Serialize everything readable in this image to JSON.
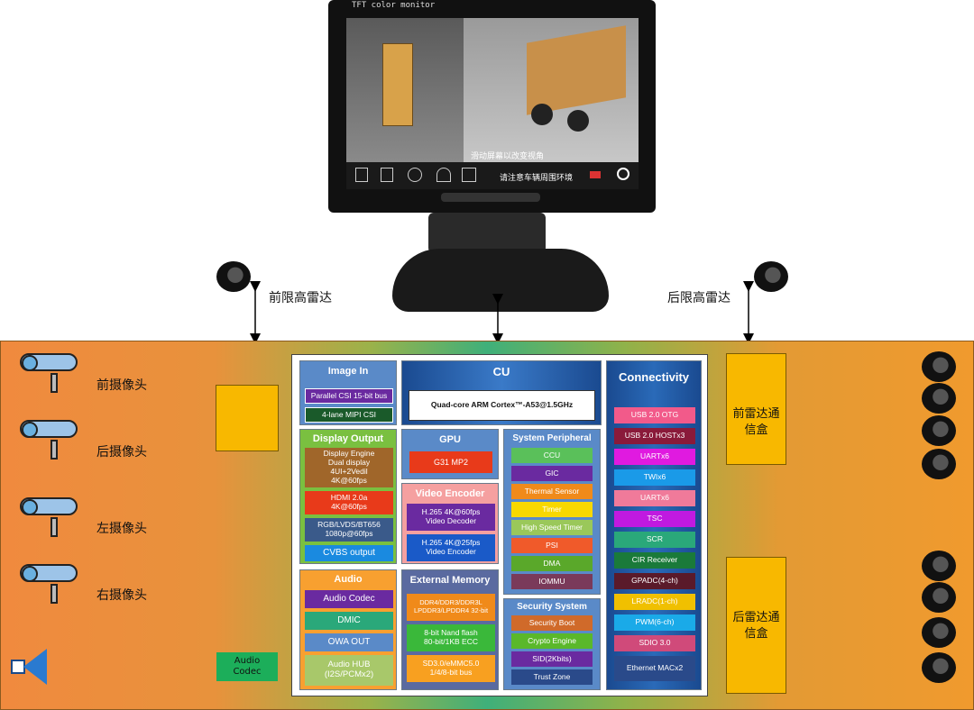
{
  "monitor": {
    "title": "TFT color monitor",
    "overlay_text": "滑动屏幕以改变视角",
    "bar_text": "请注意车辆周围环境"
  },
  "front_radar_label": "前限高雷达",
  "rear_radar_label": "后限高雷达",
  "cameras": [
    "前摄像头",
    "后摄像头",
    "左摄像头",
    "右摄像头"
  ],
  "audio_codec": "Audio\nCodec",
  "front_radar_box": "前雷达通\n信盒",
  "rear_radar_box": "后雷达通\n信盒",
  "soc": {
    "image_in": {
      "title": "Image In",
      "items": [
        "Parallel CSI 15-bit bus",
        "4-lane MIPI CSI"
      ]
    },
    "cu": {
      "title": "CU",
      "core": "Quad-core ARM Cortex™-A53@1.5GHz"
    },
    "display": {
      "title": "Display Output",
      "items": [
        "Display Engine\nDual display\n4UI+2Vedil\n4K@60fps",
        "HDMI 2.0a\n4K@60fps",
        "RGB/LVDS/BT656\n1080p@60fps",
        "CVBS output"
      ]
    },
    "gpu": {
      "title": "GPU",
      "items": [
        "G31 MP2"
      ]
    },
    "video": {
      "title": "Video Encoder",
      "items": [
        "H.265 4K@60fps\nVideo Decoder",
        "H.265 4K@25fps\nVideo Encoder"
      ]
    },
    "peripheral": {
      "title": "System Peripheral",
      "items": [
        "CCU",
        "GIC",
        "Thermal Sensor",
        "Timer",
        "High Speed Timer",
        "PSI",
        "DMA",
        "IOMMU"
      ]
    },
    "audio": {
      "title": "Audio",
      "items": [
        "Audio Codec",
        "DMIC",
        "OWA OUT",
        "Audio HUB\n(I2S/PCMx2)"
      ]
    },
    "memory": {
      "title": "External Memory",
      "items": [
        "DDR4/DDR3/DDR3L\nLPDDR3/LPDDR4  32-bit",
        "8-bit Nand flash\n80-bit/1KB ECC",
        "SD3.0/eMMC5.0\n1/4/8-bit bus"
      ]
    },
    "security": {
      "title": "Security System",
      "items": [
        "Security Boot",
        "Crypto Engine",
        "SID(2Kbits)",
        "Trust Zone"
      ]
    },
    "connectivity": {
      "title": "Connectivity",
      "items": [
        "USB 2.0 OTG",
        "USB 2.0 HOSTx3",
        "UARTx6",
        "TWIx6",
        "UARTx6",
        "TSC",
        "SCR",
        "CIR Receiver",
        "GPADC(4-ch)",
        "LRADC(1-ch)",
        "PWM(6-ch)",
        "SDIO 3.0",
        "Ethernet MACx2"
      ]
    }
  }
}
